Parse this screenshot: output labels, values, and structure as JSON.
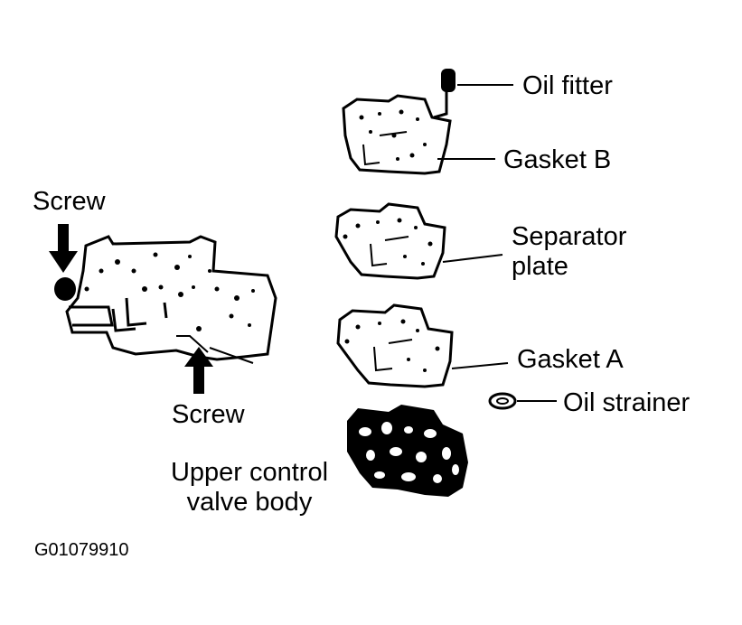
{
  "labels": {
    "oil_filter": "Oil fitter",
    "gasket_b": "Gasket B",
    "separator_plate_line1": "Separator",
    "separator_plate_line2": "plate",
    "gasket_a": "Gasket A",
    "oil_strainer": "Oil strainer",
    "screw_top": "Screw",
    "screw_bottom": "Screw",
    "upper_valve_line1": "Upper control",
    "upper_valve_line2": "valve body"
  },
  "figure_code": "G01079910",
  "colors": {
    "ink": "#000000",
    "paper": "#ffffff"
  }
}
